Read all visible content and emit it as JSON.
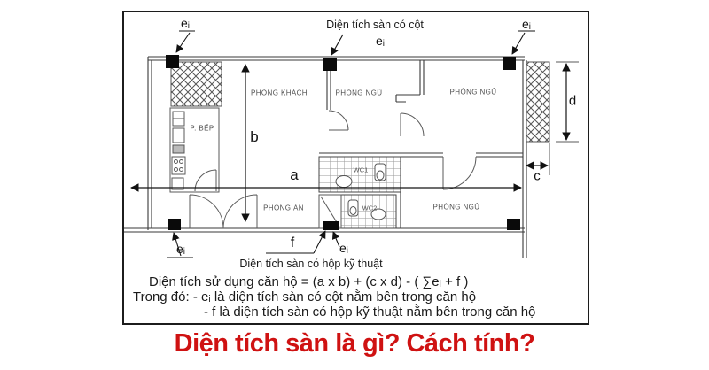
{
  "colors": {
    "title": "#cf1212",
    "ink": "#1a1a1a"
  },
  "title": "Diện tích sàn là gì? Cách tính?",
  "plan": {
    "rooms": {
      "living": "PHÒNG KHÁCH",
      "bedroom_top_mid": "PHÒNG NGỦ",
      "bedroom_top_right": "PHÒNG NGỦ",
      "bedroom_bottom_right": "PHÒNG NGỦ",
      "dining": "PHÒNG ĂN",
      "kitchen": "P. BẾP",
      "wc1": "WC1",
      "wc2": "WC2"
    },
    "dims": {
      "a": "a",
      "b": "b",
      "c": "c",
      "d": "d"
    },
    "annotations": {
      "e_top_left": "eᵢ",
      "column_area_note": "Diện tích sàn có cột",
      "e_below_note": "eᵢ",
      "e_top_right": "eᵢ",
      "e_bottom_left": "eᵢ",
      "f_label": "f",
      "e_bottom_mid": "eᵢ",
      "tech_box_note": "Diện tích sàn có hộp kỹ thuật"
    },
    "formula": {
      "line1": "Diện tích sử dụng căn hộ = (a x b) + (c x d) - ( ∑eᵢ + f )",
      "line2": "Trong đó: - eᵢ là diện tích sàn có cột nằm bên trong căn hộ",
      "line3": "- f là diện tích sàn có hộp kỹ thuật nằm bên trong căn hộ"
    }
  }
}
